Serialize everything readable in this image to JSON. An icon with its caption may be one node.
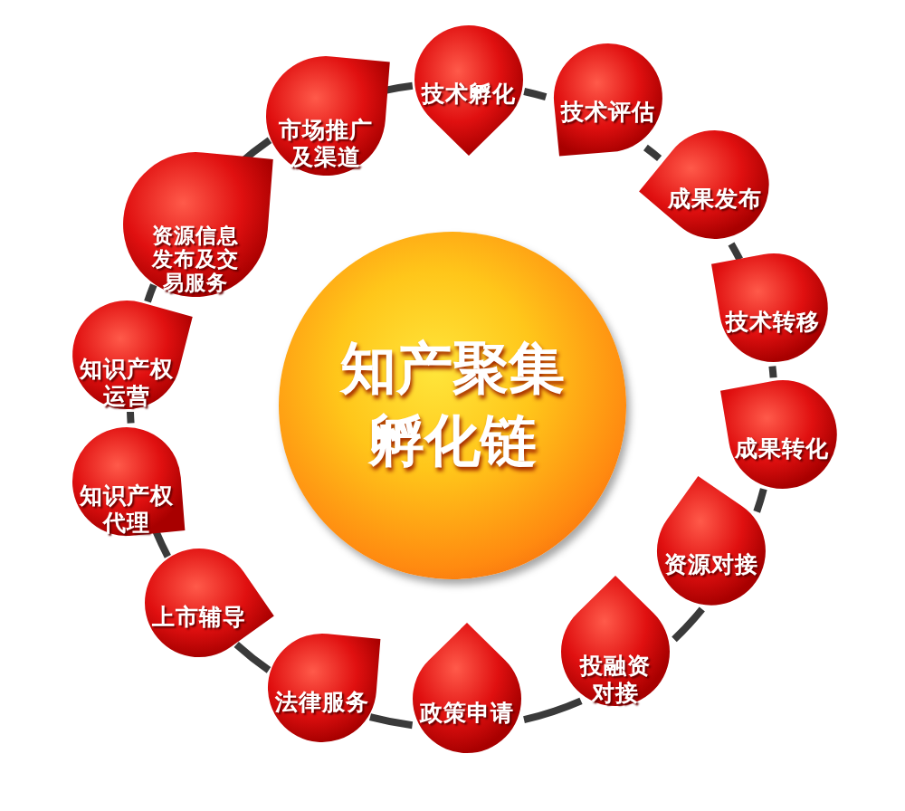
{
  "diagram": {
    "nodes": [
      {
        "text": [
          "知产聚集孵化链"
        ]
      },
      {
        "text": [
          "技术孵化"
        ]
      },
      {
        "text": [
          "技术评估"
        ]
      },
      {
        "text": [
          "成果发布"
        ]
      },
      {
        "text": [
          "技术转移"
        ]
      },
      {
        "text": [
          "成果转化"
        ]
      },
      {
        "text": [
          "资源对接"
        ]
      },
      {
        "text": [
          "投融资对接"
        ]
      },
      {
        "text": [
          "政策申请"
        ]
      },
      {
        "text": [
          "法律服务"
        ]
      },
      {
        "text": [
          "上市辅导"
        ]
      },
      {
        "text": [
          "知识产权代理"
        ]
      },
      {
        "text": [
          "知识产权运营"
        ]
      },
      {
        "text": [
          "资源信息发布及交易服务"
        ]
      },
      {
        "text": [
          "市场推广及渠道"
        ]
      }
    ],
    "edges": [
      {
        "from": 1,
        "to": 2,
        "arrow": "none"
      },
      {
        "from": 2,
        "to": 3,
        "arrow": "none"
      },
      {
        "from": 3,
        "to": 4,
        "arrow": "none"
      },
      {
        "from": 4,
        "to": 5,
        "arrow": "none"
      },
      {
        "from": 5,
        "to": 6,
        "arrow": "none"
      },
      {
        "from": 6,
        "to": 7,
        "arrow": "none"
      },
      {
        "from": 7,
        "to": 8,
        "arrow": "none"
      },
      {
        "from": 8,
        "to": 9,
        "arrow": "none"
      },
      {
        "from": 9,
        "to": 10,
        "arrow": "none"
      },
      {
        "from": 10,
        "to": 11,
        "arrow": "none"
      },
      {
        "from": 11,
        "to": 12,
        "arrow": "none"
      },
      {
        "from": 12,
        "to": 13,
        "arrow": "none"
      },
      {
        "from": 13,
        "to": 14,
        "arrow": "none"
      },
      {
        "from": 14,
        "to": 1,
        "arrow": "none"
      }
    ]
  }
}
